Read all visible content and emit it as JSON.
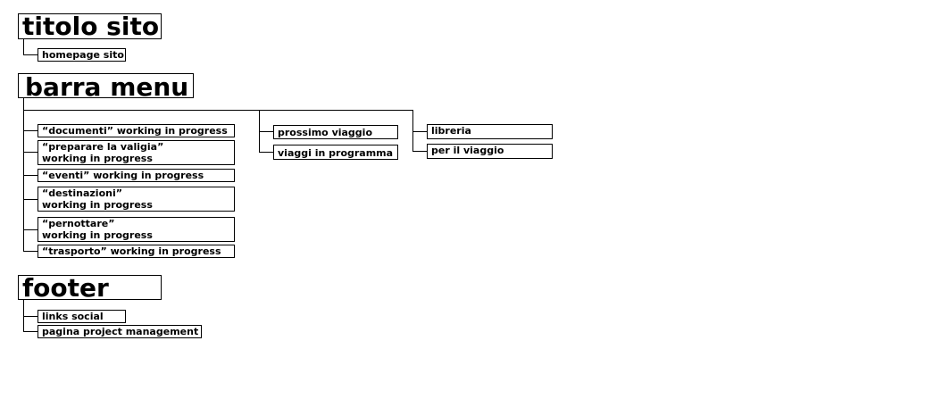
{
  "diagram": {
    "sections": {
      "titolo": {
        "title": "titolo sito",
        "items": [
          "homepage sito"
        ]
      },
      "menu": {
        "title": "barra menu",
        "col1": [
          "“documenti” working in progress",
          "“preparare la valigia”\nworking in progress",
          "“eventi” working in progress",
          "“destinazioni”\nworking in progress",
          "“pernottare”\nworking in progress",
          "“trasporto” working in progress"
        ],
        "col2": [
          "prossimo viaggio",
          "viaggi in programma"
        ],
        "col3": [
          "libreria",
          "per il viaggio"
        ]
      },
      "footer": {
        "title": "footer",
        "items": [
          "links social",
          "pagina project management"
        ]
      }
    }
  }
}
